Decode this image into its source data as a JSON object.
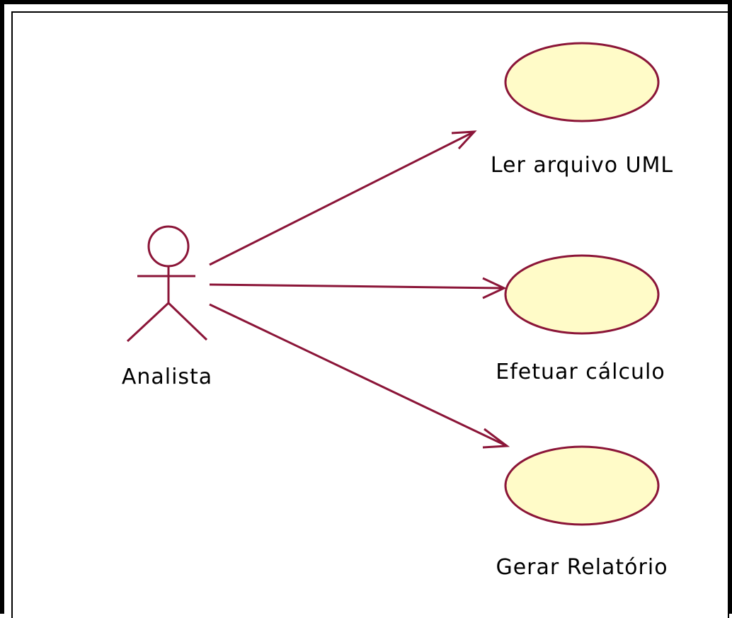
{
  "diagram": {
    "type": "uml-use-case",
    "actor": {
      "name": "Analista",
      "icon": "stick-figure-icon"
    },
    "use_cases": [
      {
        "label": "Ler arquivo UML"
      },
      {
        "label": "Efetuar cálculo"
      },
      {
        "label": "Gerar Relatório"
      }
    ],
    "colors": {
      "line": "#8b1538",
      "ellipse_fill": "#fffbc8",
      "ellipse_stroke": "#8b1538",
      "frame": "#000000",
      "text": "#000000"
    }
  }
}
